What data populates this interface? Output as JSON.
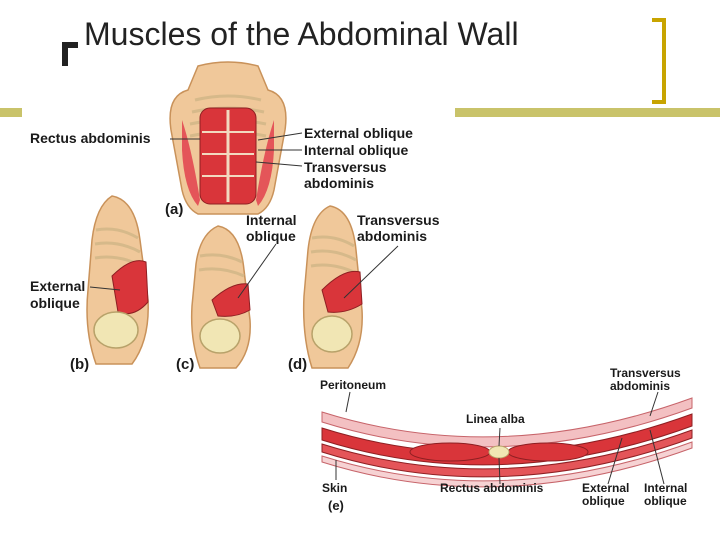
{
  "slide": {
    "title": "Muscles of the Abdominal Wall",
    "colors": {
      "accent_bar": "#c9c36a",
      "bracket": "#c8a400",
      "muscle": "#d9353a",
      "bone": "#f1e6b4",
      "skin": "#f0c89a"
    }
  },
  "figure_a": {
    "panel_label": "(a)",
    "labels": {
      "rectus_abdominis": "Rectus abdominis",
      "external_oblique": "External oblique",
      "internal_oblique": "Internal oblique",
      "transversus_1": "Transversus",
      "transversus_2": "abdominis"
    }
  },
  "figure_b": {
    "panel_label": "(b)",
    "label_1": "External",
    "label_2": "oblique"
  },
  "figure_c": {
    "panel_label": "(c)",
    "label_1": "Internal",
    "label_2": "oblique"
  },
  "figure_d": {
    "panel_label": "(d)",
    "label_1": "Transversus",
    "label_2": "abdominis"
  },
  "figure_e": {
    "panel_label": "(e)",
    "peritoneum": "Peritoneum",
    "transversus_1": "Transversus",
    "transversus_2": "abdominis",
    "linea_alba": "Linea alba",
    "skin": "Skin",
    "rectus_abdominis": "Rectus abdominis",
    "external_1": "External",
    "external_2": "oblique",
    "internal_1": "Internal",
    "internal_2": "oblique"
  }
}
